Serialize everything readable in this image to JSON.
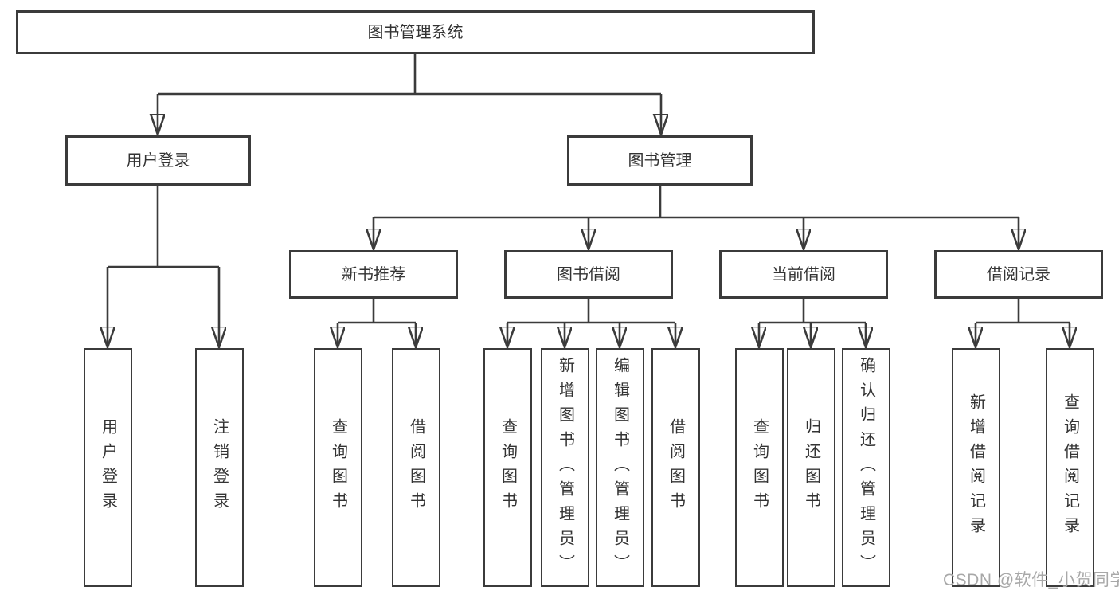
{
  "tree": {
    "root": {
      "label": "图书管理系统"
    },
    "level2": [
      {
        "label": "用户登录",
        "leaves": [
          {
            "label": "用户登录"
          },
          {
            "label": "注销登录"
          }
        ]
      },
      {
        "label": "图书管理"
      }
    ],
    "level3": [
      {
        "label": "新书推荐",
        "leaves": [
          {
            "label": "查询图书"
          },
          {
            "label": "借阅图书"
          }
        ]
      },
      {
        "label": "图书借阅",
        "leaves": [
          {
            "label": "查询图书"
          },
          {
            "label": "新增图书（管理员）"
          },
          {
            "label": "编辑图书（管理员）"
          },
          {
            "label": "借阅图书"
          }
        ]
      },
      {
        "label": "当前借阅",
        "leaves": [
          {
            "label": "查询图书"
          },
          {
            "label": "归还图书"
          },
          {
            "label": "确认归还（管理员）"
          }
        ]
      },
      {
        "label": "借阅记录",
        "leaves": [
          {
            "label": "新增借阅记录"
          },
          {
            "label": "查询借阅记录"
          }
        ]
      }
    ]
  },
  "watermark": {
    "text": "CSDN @软件_小贺同学"
  },
  "colors": {
    "line": "#3b3b3b",
    "box_border": "#3b3b3b",
    "text": "#333333",
    "background": "#ffffff",
    "watermark": "#a8a8a8"
  }
}
